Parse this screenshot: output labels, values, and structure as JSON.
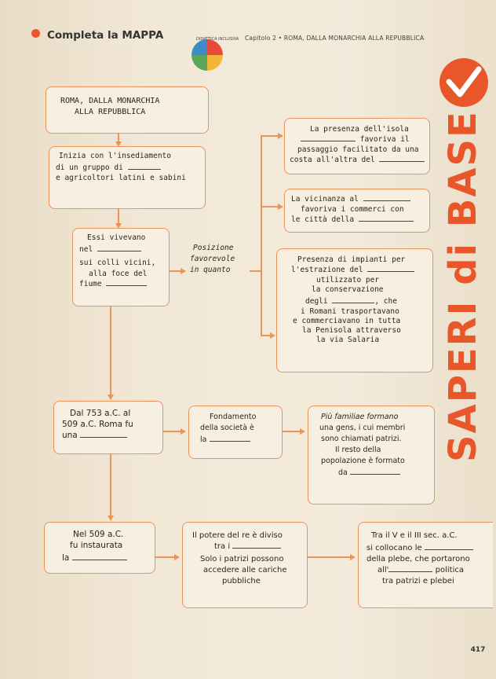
{
  "header": {
    "chapter": "Capitolo 2 • ROMA, DALLA MONARCHIA ALLA REPUBBLICA",
    "title": "Completa la MAPPA",
    "badge": "DIDATTICA INCLUSIVA"
  },
  "side_label": "SAPERI di BASE",
  "root": {
    "line1": "ROMA, DALLA MONARCHIA",
    "line2": "ALLA REPUBBLICA"
  },
  "box_inizia": {
    "l1": "Inizia con l'insediamento",
    "l2": "di un gruppo di",
    "l3": "e agricoltori latini e sabini"
  },
  "box_essi": {
    "l1": "Essi vivevano",
    "l2": "nel",
    "l3": "sui colli vicini,",
    "l4": "alla foce del",
    "l5": "fiume"
  },
  "box_posizione": {
    "l1": "Posizione",
    "l2": "favorevole",
    "l3": "in quanto"
  },
  "box_isola": {
    "l1": "La presenza dell'isola",
    "l2": "favoriva il",
    "l3": "passaggio facilitato da una",
    "l4": "costa all'altra del"
  },
  "box_vicinanza": {
    "l1": "La vicinanza al",
    "l2": "favoriva i commerci con",
    "l3": "le città della"
  },
  "box_impianti": {
    "l1": "Presenza di impianti per",
    "l2": "l'estrazione del",
    "l3": "utilizzato per",
    "l4": "la conservazione",
    "l5": "degli",
    "l5b": ", che",
    "l6": "i Romani trasportavano",
    "l7": "e commerciavano in tutta",
    "l8": "la Penisola attraverso",
    "l9": "la via Salaria"
  },
  "box_dal753": {
    "l1": "Dal 753 a.C. al",
    "l2": "509 a.C. Roma fu",
    "l3": "una"
  },
  "box_fondamento": {
    "l1": "Fondamento",
    "l2": "della società è",
    "l3": "la"
  },
  "box_familiae": {
    "l1": "Più familiae formano",
    "l2": "una gens, i cui membri",
    "l3": "sono chiamati patrizi.",
    "l4": "Il resto della",
    "l5": "popolazione è formato",
    "l6": "da"
  },
  "box_509": {
    "l1": "Nel 509 a.C.",
    "l2": "fu instaurata",
    "l3": "la"
  },
  "box_potere": {
    "l1": "Il potere del re è diviso",
    "l2": "tra i",
    "l3": "Solo i patrizi possono",
    "l4": "accedere alle cariche",
    "l5": "pubbliche"
  },
  "box_tra": {
    "l1": "Tra il V e il III sec. a.C.",
    "l2": "si collocano le",
    "l3": "della plebe, che portarono",
    "l4": "all'",
    "l4b": "politica",
    "l5": "tra patrizi e plebei"
  },
  "page_number": "417",
  "colors": {
    "accent": "#e8562a",
    "border": "#e8945a",
    "paper": "#f3eadb"
  }
}
